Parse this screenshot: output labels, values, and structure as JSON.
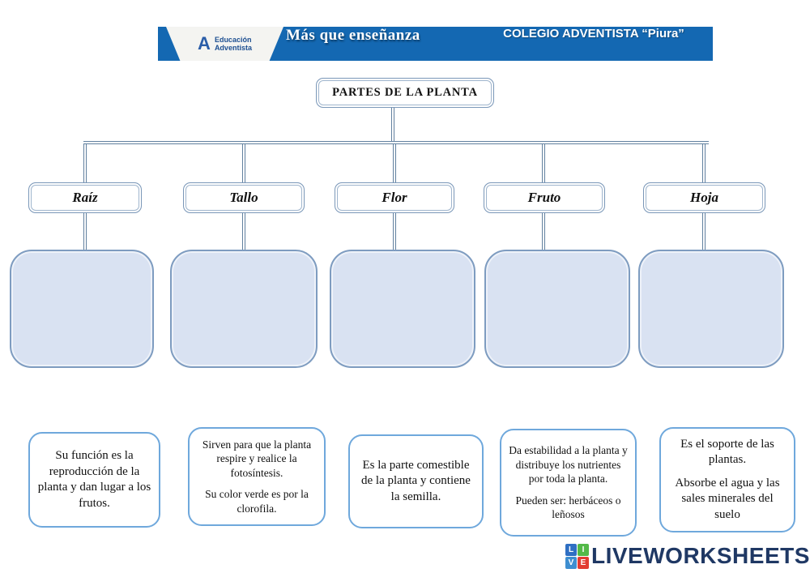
{
  "header": {
    "band_color": "#1468b2",
    "brand": {
      "logo_glyph": "A",
      "line1": "Educación",
      "line2": "Adventista"
    },
    "slogan": "Más que enseñanza",
    "school": "COLEGIO ADVENTISTA “Piura”"
  },
  "diagram": {
    "title": "PARTES DE LA PLANTA",
    "parts": [
      "Raíz",
      "Tallo",
      "Flor",
      "Fruto",
      "Hoja"
    ],
    "cards": [
      {
        "paragraphs": [
          "Su función es la reproducción de la planta y dan lugar a los frutos."
        ]
      },
      {
        "paragraphs": [
          "Sirven para que la planta respire y realice la fotosíntesis.",
          "Su color verde es por la clorofila."
        ]
      },
      {
        "paragraphs": [
          "Es la parte comestible de la planta y contiene la semilla."
        ]
      },
      {
        "paragraphs": [
          "Da estabilidad a la planta y distribuye los nutrientes por toda la planta.",
          "Pueden ser: herbáceos o leñosos"
        ]
      },
      {
        "paragraphs": [
          "Es el soporte de las plantas.",
          "Absorbe el agua y las sales minerales del suelo"
        ]
      }
    ],
    "colors": {
      "connector": "#61809f",
      "node_border": "#7a97b8",
      "dropzone_fill": "#d9e2f2",
      "dropzone_border": "#7e9cc0",
      "card_border": "#6fa8dc"
    }
  },
  "footer": {
    "brand_text": "LIVEWORKSHEETS",
    "brand_color": "#1f3864",
    "logo_squares": [
      {
        "letter": "L",
        "color": "#2f6fc3"
      },
      {
        "letter": "I",
        "color": "#53b948"
      },
      {
        "letter": "V",
        "color": "#3e8ed0"
      },
      {
        "letter": "E",
        "color": "#e23c32"
      }
    ]
  }
}
